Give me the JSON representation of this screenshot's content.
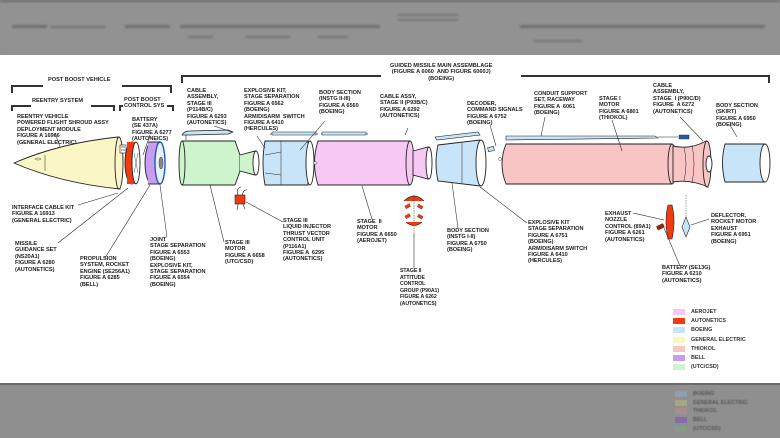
{
  "headers": {
    "post_boost_vehicle": "POST BOOST VEHICLE",
    "reentry_system": "REENTRY SYSTEM",
    "post_boost_control": "POST BOOST\nCONTROL SYS",
    "main_assemblage": "GUIDED MISSILE MAIN ASSEMBLAGE\n(FIGURE A 6060  AND FIGURE 6060J)\n(BOEING)"
  },
  "labels": {
    "reentry_vehicle": "REENTRY VEHICLE\nPOWERED FLIGHT SHROUD ASSY\nDEPLOYMENT MODULE\nFIGURE A 16966\n(GENERAL ELECTRIC)",
    "battery_pbcs": "BATTERY\n(SE 437A)\nFIGURE A 6277\n(AUTONEICS)",
    "cable_stage3": "CABLE\nASSEMBLY,\nSTAGE III\n(P114B/C)\nFIGURE A 6293\n(AUTONETICS)",
    "explosive_kit_upper": "EXPLOSIVE KIT,\nSTAGE SEPARATION\nFIGURE A 6562\n(BOEING)\nARM/DISARM  SWITCH\nFIGURE A 6410\n(HERCULES)",
    "body_section_23": "BODY SECTION\n(INSTG II-III)\nFIGURE A 6560\n(BOEING)",
    "cable_stage2": "CABLE ASSY,\nSTAGE II (P93B/C)\nFIGURE A 6292\n(AUTONETICS)",
    "decoder": "DECODER,\nCOMMAND SIGNALS\nFIGURE A 6752\n(BOEING)",
    "conduit": "CONDUIT SUPPORT\nSET, RACEWAY\nFIGURE A  6061\n(BOEING)",
    "stage1_motor": "STAGE I\nMOTOR\nFIGURE A 6801\n(THIOKOL)",
    "cable_stage1": "CABLE\nASSEMBLY,\nSTAGE  I (P90C/D)\nFIGURE  A 6272\n(AUTONETICS)",
    "body_skirt": "BODY SECTION\n(SKIRT)\nFIGURE A 6950\n(BOEING)",
    "interface_cable": "INTERFACE CABLE KIT\nFIGURE A 16913\n(GENERAL ELECTRIC)",
    "guidance_set": "MISSILE\nGUIDANCE SET\n(NS20A1)\nFIGURE A 6280\n(AUTONETICS)",
    "propulsion": "PROPULSION\nSYSTEM, ROCKET\nENGINE (SE256A1)\nFIGURE A 6285\n(BELL)",
    "joint": "JOINT\nSTAGE SEPARATION\nFIGURE A 6553\n(BOEING)\nEXPLOSIVE KIT,\nSTAGE SEPARATION\nFIGURE A 6554\n(BOEING)",
    "stage3_motor": "STAGE III\nMOTOR\nFIGURE A 6658\n(UTC/CSD)",
    "liquid_injector": "STAGE III\nLIQUID INJECTOR\nTHRUST VECTOR\nCONTROL UNIT\n(P116A1)\nFIGURE A  6295\n(AUTONETICS)",
    "stage2_motor": "STAGE  II\nMOTOR\nFIGURE A 6650\n(AEROJET)",
    "attitude_control": "STAGE II\nATTITUDE\nCONTROL\nGROUP (P90A1)\nFIGURE A 6262\n(AUTONETICS)",
    "body_section_12": "BODY SECTION\n(INSTG I-II)\nFIGURE A 6750\n(BOEING)",
    "explosive_kit_lower": "EXPLOSIVE KIT\nSTAGE SEPARATION\nFIGURE A 6751\n(BOEING)\nARM/DISARM SWITCH\nFIGURE A 6410\n(HERCULES)",
    "exhaust_nozzle": "EXHAUST\nNOZZLE\nCONTROL (89A1)\nFIGURE A 6261\n(AUTONETICS)",
    "deflector": "DEFLECTOR,\nROCKET MOTOR\nEXHAUST\nFIGURE A 6951\n(BOEING)",
    "battery_se13g": "BATTERY (SE13G)\nFIGURE A 6210\n(AUTONETICS)"
  },
  "legend": [
    {
      "label": "AEROJET",
      "color": "#f8c8f4"
    },
    {
      "label": "AUTONETICS",
      "color": "#f03a10"
    },
    {
      "label": "BOEING",
      "color": "#c8e4f8"
    },
    {
      "label": "GENERAL ELECTRIC",
      "color": "#fbf6c6"
    },
    {
      "label": "THIOKOL",
      "color": "#f8c4c4"
    },
    {
      "label": "BELL",
      "color": "#c89cf0"
    },
    {
      "label": "(UTC/CSD)",
      "color": "#cdf4cc"
    }
  ],
  "background_legend": [
    {
      "label": "BOEING",
      "color": "#8fa9c8"
    },
    {
      "label": "GENERAL ELECTRIC",
      "color": "#b8b87a"
    },
    {
      "label": "THIOKOL",
      "color": "#c08c8c"
    },
    {
      "label": "BELL",
      "color": "#7a4fc0"
    },
    {
      "label": "(UTC/CSD)",
      "color": "#7aa87a"
    }
  ]
}
